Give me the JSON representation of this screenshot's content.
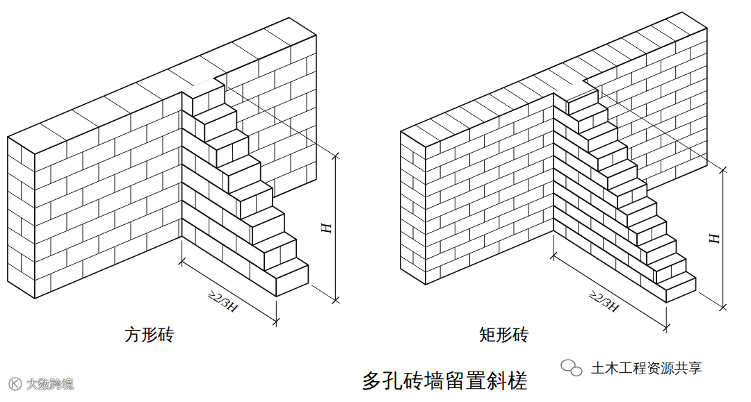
{
  "diagram": {
    "caption": "多孔砖墙留置斜槎",
    "labels": [
      "H",
      "≥2/3H",
      "方形砖",
      "H",
      "≥2/3H",
      "矩形砖",
      "土木工程资源共享",
      "大数跨境"
    ]
  }
}
